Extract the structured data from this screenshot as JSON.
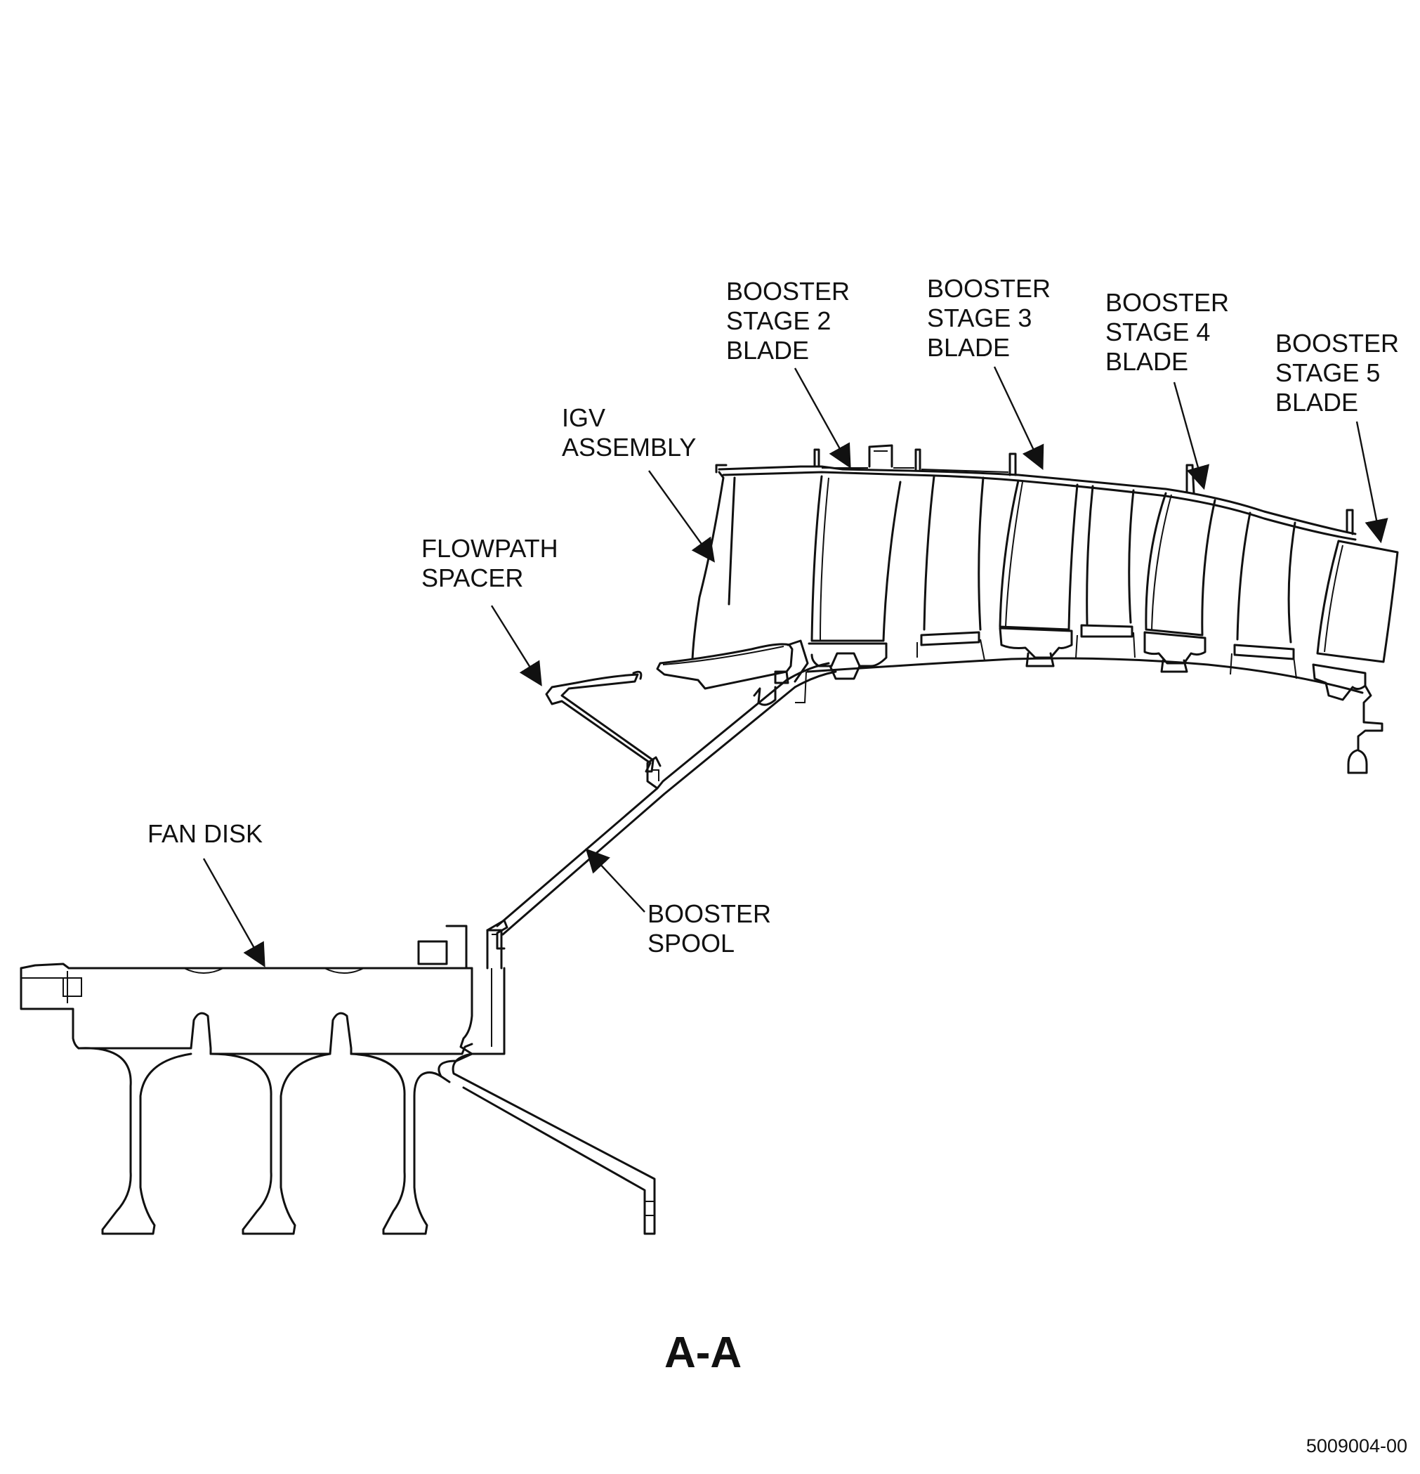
{
  "labels": {
    "booster_stage2_blade": "BOOSTER\nSTAGE 2\nBLADE",
    "booster_stage3_blade": "BOOSTER\nSTAGE 3\nBLADE",
    "booster_stage4_blade": "BOOSTER\nSTAGE 4\nBLADE",
    "booster_stage5_blade": "BOOSTER\nSTAGE 5\nBLADE",
    "igv_assembly": "IGV\nASSEMBLY",
    "flowpath_spacer": "FLOWPATH\nSPACER",
    "fan_disk": "FAN DISK",
    "booster_spool": "BOOSTER\nSPOOL"
  },
  "view_title": "A-A",
  "drawing_number": "5009004-00"
}
